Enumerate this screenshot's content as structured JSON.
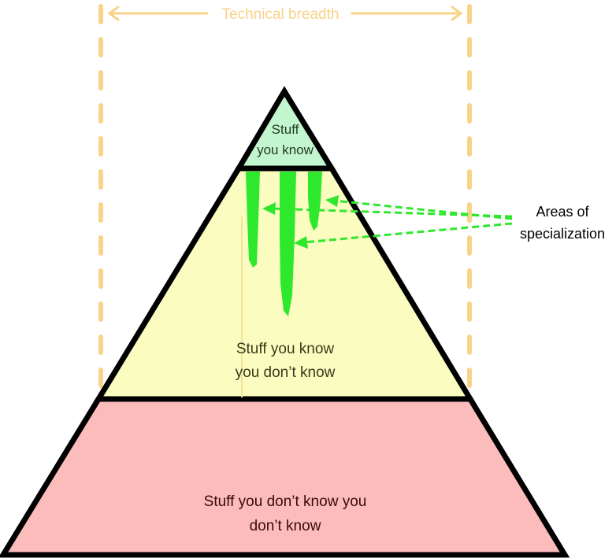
{
  "breadth_label": "Technical breadth",
  "tiers": {
    "top": {
      "line1": "Stuff",
      "line2": "you know"
    },
    "middle": {
      "line1": "Stuff you know",
      "line2": "you don’t know"
    },
    "bottom": {
      "line1": "Stuff you don’t know you",
      "line2": "don’t know"
    }
  },
  "callout": {
    "line1": "Areas of",
    "line2": "specialization"
  },
  "colors": {
    "top_fill": "#c3f5cf",
    "middle_fill": "#fafcc0",
    "bottom_fill": "#fcbcbc",
    "specialization": "#2ee82e",
    "breadth": "#f9d38a"
  }
}
